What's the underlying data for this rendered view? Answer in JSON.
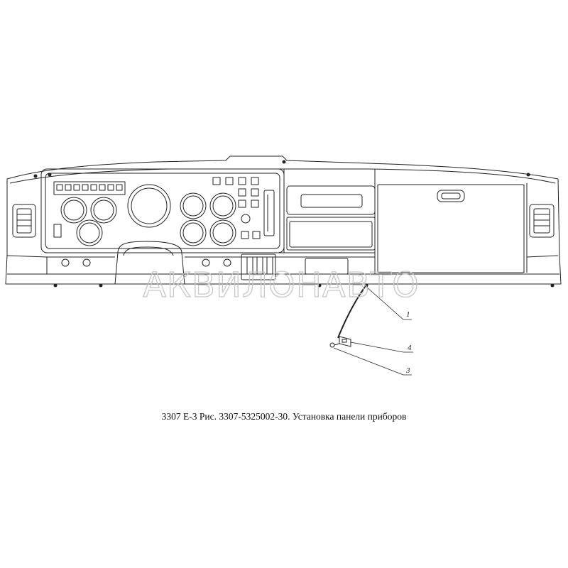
{
  "caption": "3307 Е-3 Рис. 3307-5325002-30. Установка панели приборов",
  "watermark": "АКВИЛОНАВТО",
  "callouts": {
    "c1": "1",
    "c4": "4",
    "c3": "3"
  },
  "colors": {
    "line": "#222222",
    "watermark": "#c7c7c7",
    "background": "#ffffff"
  }
}
